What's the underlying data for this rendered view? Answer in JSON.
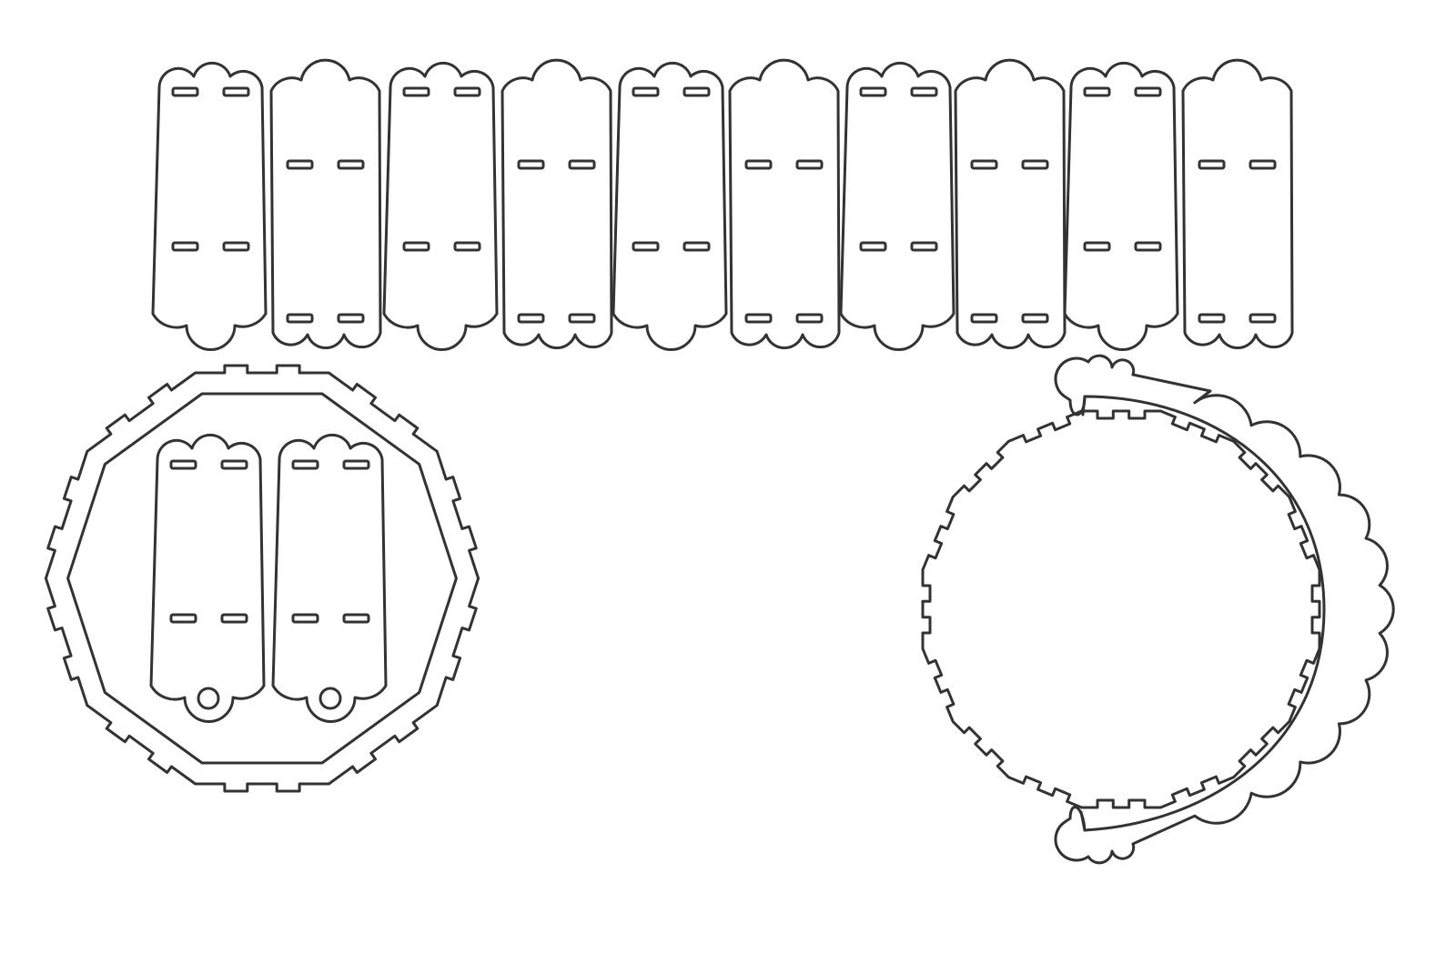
{
  "colors": {
    "stroke": "#333333",
    "background": "#ffffff"
  },
  "panels": [
    {
      "type": "A"
    },
    {
      "type": "B"
    },
    {
      "type": "A"
    },
    {
      "type": "B"
    },
    {
      "type": "A"
    },
    {
      "type": "B"
    },
    {
      "type": "A"
    },
    {
      "type": "B"
    },
    {
      "type": "A"
    },
    {
      "type": "B"
    }
  ],
  "left_assembly": {
    "tabs_per_side": 2,
    "sides": 10,
    "inner_panels": 2
  },
  "right_assembly": {
    "scallops": 11
  }
}
